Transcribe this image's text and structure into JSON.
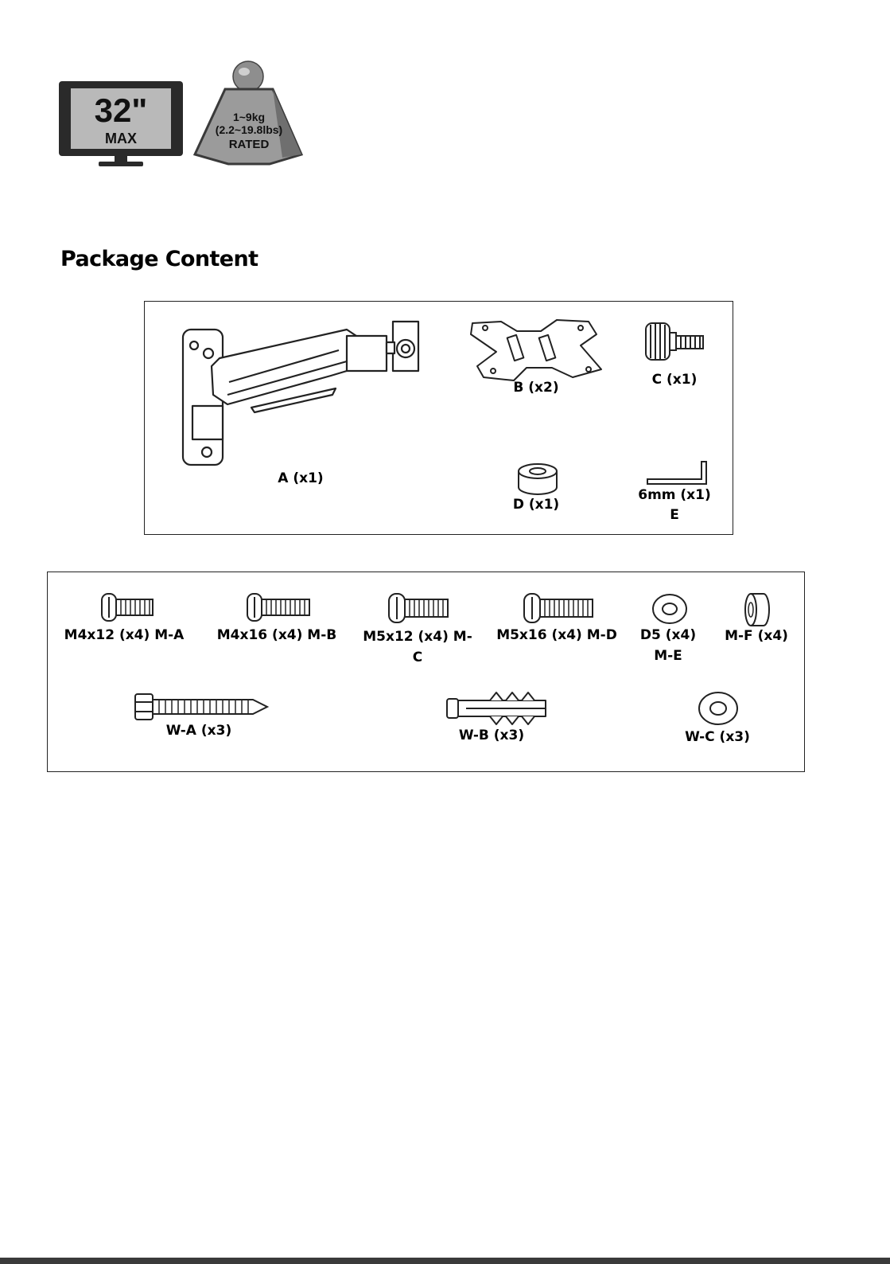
{
  "badges": {
    "screen_size": "32\"",
    "screen_max": "MAX",
    "weight_line1": "1~9kg",
    "weight_line2": "(2.2~19.8lbs)",
    "weight_line3": "RATED"
  },
  "section_title": "Package Content",
  "parts": {
    "a": "A (x1)",
    "b": "B (x2)",
    "c": "C (x1)",
    "d": "D (x1)",
    "e_line1": "6mm (x1)",
    "e_line2": "E"
  },
  "hardware": {
    "ma": "M4x12 (x4) M-A",
    "mb": "M4x16 (x4) M-B",
    "mc_line1": "M5x12 (x4) M-",
    "mc_line2": "C",
    "md": "M5x16 (x4) M-D",
    "me_line1": "D5 (x4)",
    "me_line2": "M-E",
    "mf": "M-F (x4)",
    "wa": "W-A (x3)",
    "wb": "W-B (x3)",
    "wc": "W-C (x3)"
  }
}
